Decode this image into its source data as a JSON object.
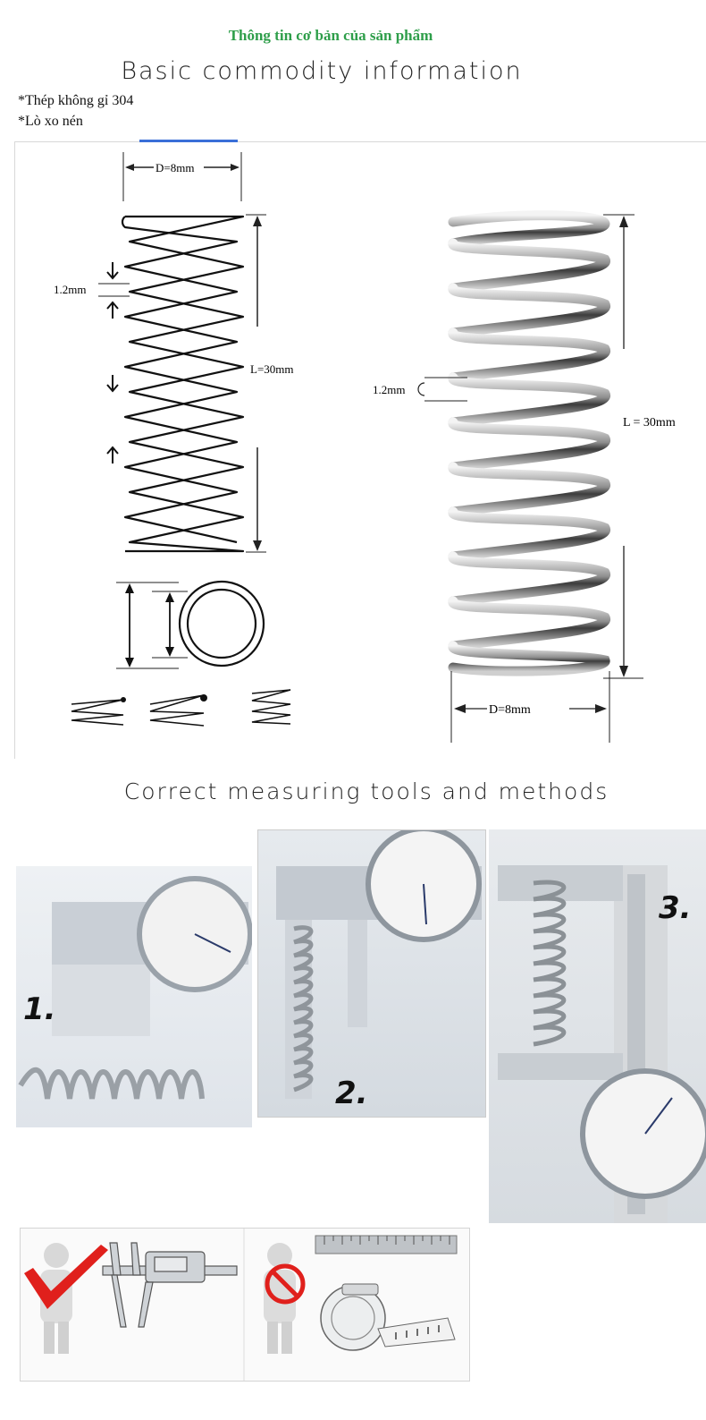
{
  "header": {
    "title_vn": "Thông tin cơ bản của sản phẩm",
    "title_en": "Basic commodity information"
  },
  "specs": [
    "*Thép không gỉ 304",
    "*Lò xo nén"
  ],
  "diagram": {
    "diameter_label": "D=8mm",
    "wire_label": "1.2mm",
    "length_label": "L=30mm"
  },
  "photo_diagram": {
    "wire_label": "1.2mm",
    "length_label": "L = 30mm",
    "diameter_label": "D=8mm"
  },
  "measure": {
    "title": "Correct measuring tools and methods",
    "steps": [
      "1.",
      "2.",
      "3."
    ]
  },
  "colors": {
    "title_green": "#2e9e4a",
    "check_red": "#e0201c"
  }
}
